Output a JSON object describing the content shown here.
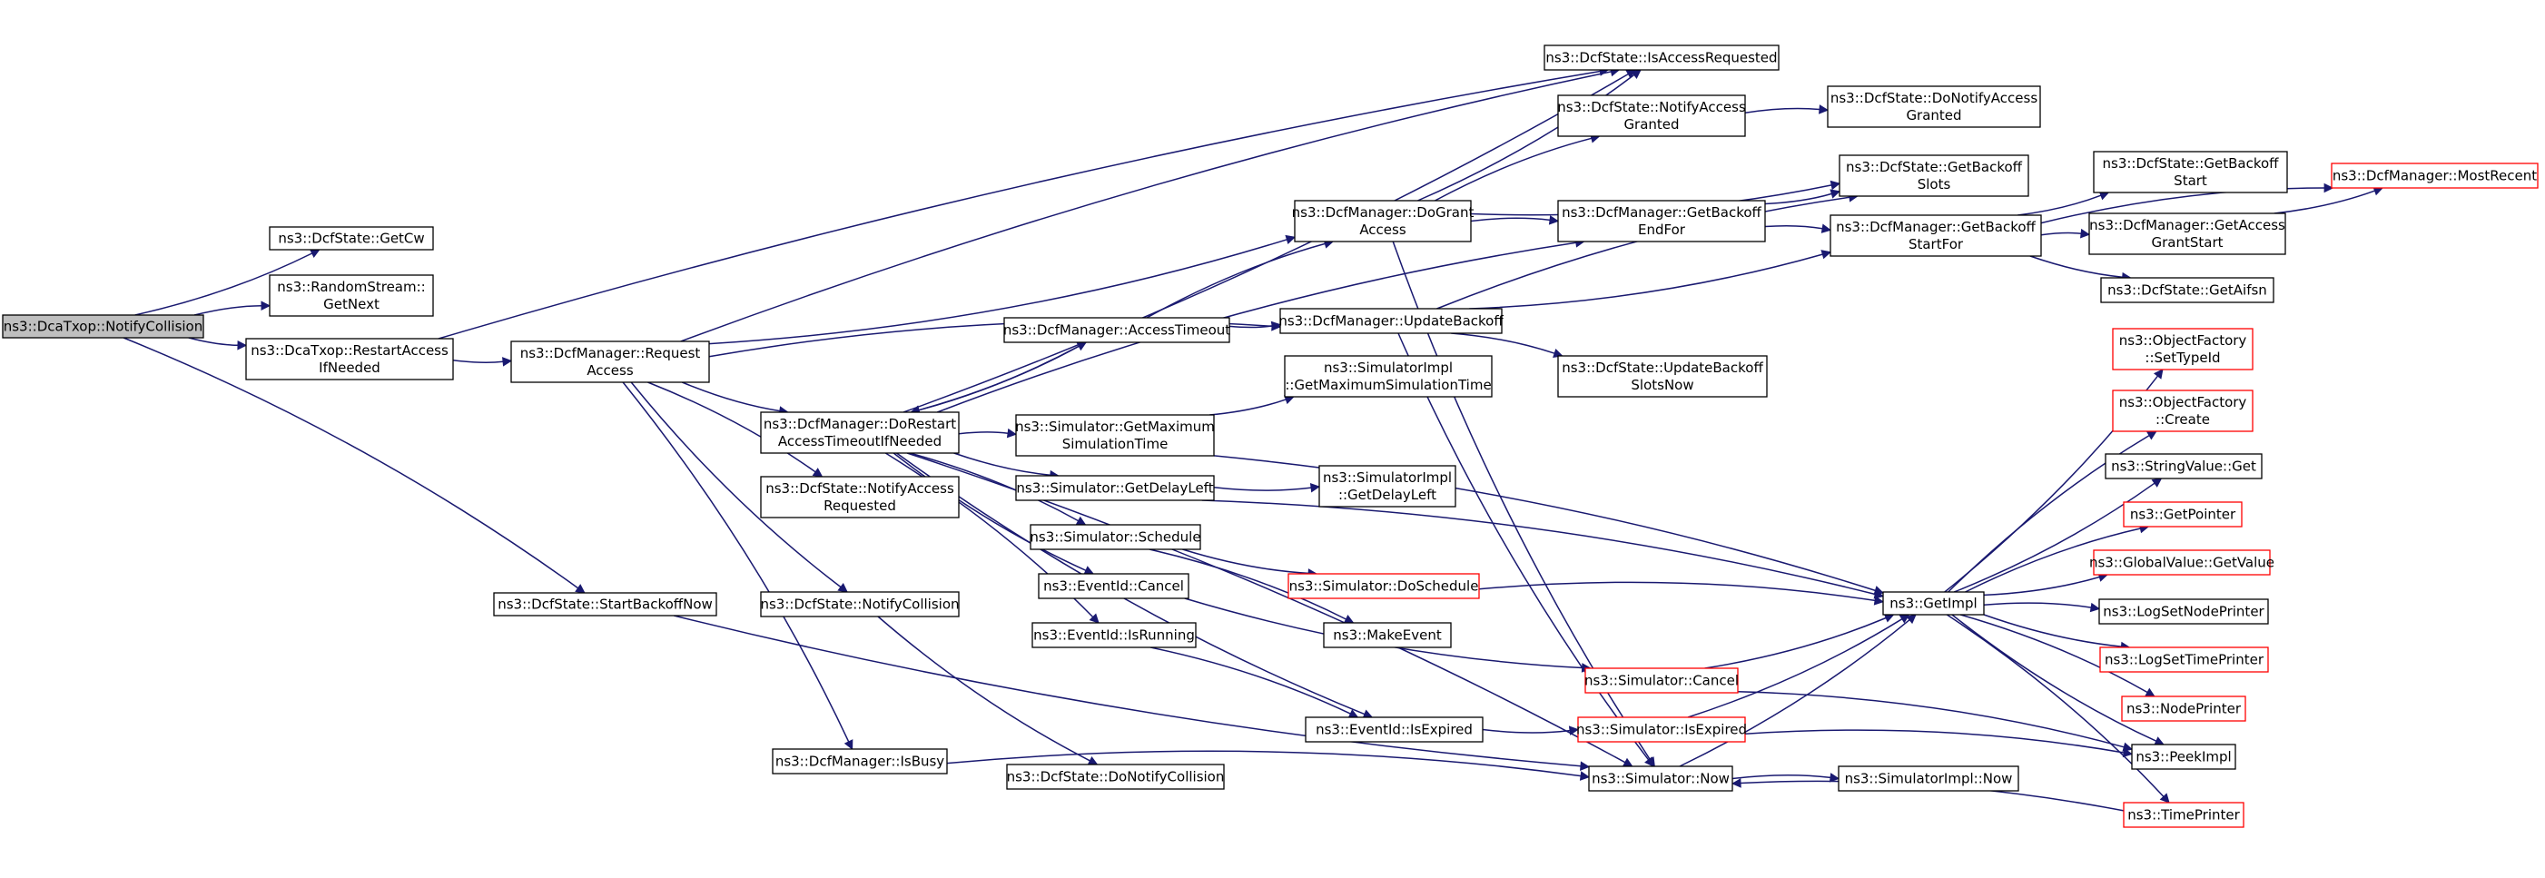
{
  "graph": {
    "nodes": [
      {
        "id": "n0",
        "name": "node-dcatxop-notifycollision",
        "lines": [
          "ns3::DcaTxop::NotifyCollision"
        ],
        "root": true,
        "trunc": false
      },
      {
        "id": "n1",
        "name": "node-dcfstate-getcw",
        "lines": [
          "ns3::DcfState::GetCw"
        ],
        "trunc": false
      },
      {
        "id": "n2",
        "name": "node-randomstream-getnext",
        "lines": [
          "ns3::RandomStream::",
          "GetNext"
        ],
        "trunc": false
      },
      {
        "id": "n3",
        "name": "node-dcatxop-restartaccessifneeded",
        "lines": [
          "ns3::DcaTxop::RestartAccess",
          "IfNeeded"
        ],
        "trunc": false
      },
      {
        "id": "n4",
        "name": "node-dcfstate-startbackoffnow",
        "lines": [
          "ns3::DcfState::StartBackoffNow"
        ],
        "trunc": false
      },
      {
        "id": "n5",
        "name": "node-dcfmanager-requestaccess",
        "lines": [
          "ns3::DcfManager::Request",
          "Access"
        ],
        "trunc": false
      },
      {
        "id": "n6",
        "name": "node-simulator-now",
        "lines": [
          "ns3::Simulator::Now"
        ],
        "trunc": false
      },
      {
        "id": "n7",
        "name": "node-dcfstate-isaccessrequested",
        "lines": [
          "ns3::DcfState::IsAccessRequested"
        ],
        "trunc": false
      },
      {
        "id": "n8",
        "name": "node-dcfmanager-dograntaccess",
        "lines": [
          "ns3::DcfManager::DoGrant",
          "Access"
        ],
        "trunc": false
      },
      {
        "id": "n9",
        "name": "node-dcfmanager-updatebackoff",
        "lines": [
          "ns3::DcfManager::UpdateBackoff"
        ],
        "trunc": false
      },
      {
        "id": "n10",
        "name": "node-dcfmanager-dorestartaccesstimeoutifneeded",
        "lines": [
          "ns3::DcfManager::DoRestart",
          "AccessTimeoutIfNeeded"
        ],
        "trunc": false
      },
      {
        "id": "n11",
        "name": "node-dcfstate-notifyaccessrequested",
        "lines": [
          "ns3::DcfState::NotifyAccess",
          "Requested"
        ],
        "trunc": false
      },
      {
        "id": "n12",
        "name": "node-dcfstate-notifycollision",
        "lines": [
          "ns3::DcfState::NotifyCollision"
        ],
        "trunc": false
      },
      {
        "id": "n13",
        "name": "node-dcfmanager-isbusy",
        "lines": [
          "ns3::DcfManager::IsBusy"
        ],
        "trunc": false
      },
      {
        "id": "n14",
        "name": "node-dcfstate-notifyaccessgranted",
        "lines": [
          "ns3::DcfState::NotifyAccess",
          "Granted"
        ],
        "trunc": false
      },
      {
        "id": "n15",
        "name": "node-dcfstate-getbackoffslots",
        "lines": [
          "ns3::DcfState::GetBackoff",
          "Slots"
        ],
        "trunc": false
      },
      {
        "id": "n16",
        "name": "node-dcfmanager-getbackoffendfor",
        "lines": [
          "ns3::DcfManager::GetBackoff",
          "EndFor"
        ],
        "trunc": false
      },
      {
        "id": "n17",
        "name": "node-dcfstate-donotifyaccessgranted",
        "lines": [
          "ns3::DcfState::DoNotifyAccess",
          "Granted"
        ],
        "trunc": false
      },
      {
        "id": "n18",
        "name": "node-dcfmanager-getbackoffstartfor",
        "lines": [
          "ns3::DcfManager::GetBackoff",
          "StartFor"
        ],
        "trunc": false
      },
      {
        "id": "n19",
        "name": "node-dcfstate-getbackoffstart",
        "lines": [
          "ns3::DcfState::GetBackoff",
          "Start"
        ],
        "trunc": false
      },
      {
        "id": "n20",
        "name": "node-dcfmanager-getaccessgrantstart",
        "lines": [
          "ns3::DcfManager::GetAccess",
          "GrantStart"
        ],
        "trunc": false
      },
      {
        "id": "n21",
        "name": "node-dcfstate-getaifsn",
        "lines": [
          "ns3::DcfState::GetAifsn"
        ],
        "trunc": false
      },
      {
        "id": "n22",
        "name": "node-dcfmanager-mostrecent",
        "lines": [
          "ns3::DcfManager::MostRecent"
        ],
        "trunc": true
      },
      {
        "id": "n23",
        "name": "node-dcfstate-updatebackoffslotsnow",
        "lines": [
          "ns3::DcfState::UpdateBackoff",
          "SlotsNow"
        ],
        "trunc": false
      },
      {
        "id": "n24",
        "name": "node-dcfmanager-accesstimeout",
        "lines": [
          "ns3::DcfManager::AccessTimeout"
        ],
        "trunc": false
      },
      {
        "id": "n25",
        "name": "node-simulator-getmaximumsimulationtime",
        "lines": [
          "ns3::Simulator::GetMaximum",
          "SimulationTime"
        ],
        "trunc": false
      },
      {
        "id": "n26",
        "name": "node-simulator-getdelayleft",
        "lines": [
          "ns3::Simulator::GetDelayLeft"
        ],
        "trunc": false
      },
      {
        "id": "n27",
        "name": "node-simulator-schedule",
        "lines": [
          "ns3::Simulator::Schedule"
        ],
        "trunc": false
      },
      {
        "id": "n28",
        "name": "node-eventid-cancel",
        "lines": [
          "ns3::EventId::Cancel"
        ],
        "trunc": false
      },
      {
        "id": "n29",
        "name": "node-eventid-isrunning",
        "lines": [
          "ns3::EventId::IsRunning"
        ],
        "trunc": false
      },
      {
        "id": "n30",
        "name": "node-eventid-isexpired",
        "lines": [
          "ns3::EventId::IsExpired"
        ],
        "trunc": false
      },
      {
        "id": "n31",
        "name": "node-simulatorimpl-getmaximumsimulationtime",
        "lines": [
          "ns3::SimulatorImpl",
          "::GetMaximumSimulationTime"
        ],
        "trunc": false
      },
      {
        "id": "n32",
        "name": "node-getimpl",
        "lines": [
          "ns3::GetImpl"
        ],
        "trunc": false
      },
      {
        "id": "n33",
        "name": "node-simulatorimpl-getdelayleft",
        "lines": [
          "ns3::SimulatorImpl",
          "::GetDelayLeft"
        ],
        "trunc": false
      },
      {
        "id": "n34",
        "name": "node-simulator-doschedule",
        "lines": [
          "ns3::Simulator::DoSchedule"
        ],
        "trunc": true
      },
      {
        "id": "n35",
        "name": "node-makeevent",
        "lines": [
          "ns3::MakeEvent"
        ],
        "trunc": false
      },
      {
        "id": "n36",
        "name": "node-simulator-cancel",
        "lines": [
          "ns3::Simulator::Cancel"
        ],
        "trunc": true
      },
      {
        "id": "n37",
        "name": "node-simulator-isexpired",
        "lines": [
          "ns3::Simulator::IsExpired"
        ],
        "trunc": true
      },
      {
        "id": "n38",
        "name": "node-dcfstate-donotifycollision",
        "lines": [
          "ns3::DcfState::DoNotifyCollision"
        ],
        "trunc": false
      },
      {
        "id": "n39",
        "name": "node-simulatorimpl-now",
        "lines": [
          "ns3::SimulatorImpl::Now"
        ],
        "trunc": false
      },
      {
        "id": "n40",
        "name": "node-objectfactory-settypeid",
        "lines": [
          "ns3::ObjectFactory",
          "::SetTypeId"
        ],
        "trunc": true
      },
      {
        "id": "n41",
        "name": "node-objectfactory-create",
        "lines": [
          "ns3::ObjectFactory",
          "::Create"
        ],
        "trunc": true
      },
      {
        "id": "n42",
        "name": "node-stringvalue-get",
        "lines": [
          "ns3::StringValue::Get"
        ],
        "trunc": false
      },
      {
        "id": "n43",
        "name": "node-getpointer",
        "lines": [
          "ns3::GetPointer"
        ],
        "trunc": true
      },
      {
        "id": "n44",
        "name": "node-globalvalue-getvalue",
        "lines": [
          "ns3::GlobalValue::GetValue"
        ],
        "trunc": true
      },
      {
        "id": "n45",
        "name": "node-logsetnodeprinter",
        "lines": [
          "ns3::LogSetNodePrinter"
        ],
        "trunc": false
      },
      {
        "id": "n46",
        "name": "node-logsettimeprinter",
        "lines": [
          "ns3::LogSetTimePrinter"
        ],
        "trunc": true
      },
      {
        "id": "n47",
        "name": "node-nodeprinter",
        "lines": [
          "ns3::NodePrinter"
        ],
        "trunc": true
      },
      {
        "id": "n48",
        "name": "node-peekimpl",
        "lines": [
          "ns3::PeekImpl"
        ],
        "trunc": false
      },
      {
        "id": "n49",
        "name": "node-timeprinter",
        "lines": [
          "ns3::TimePrinter"
        ],
        "trunc": true
      }
    ],
    "edges": [
      [
        "n0",
        "n1"
      ],
      [
        "n0",
        "n2"
      ],
      [
        "n0",
        "n3"
      ],
      [
        "n0",
        "n4"
      ],
      [
        "n3",
        "n5"
      ],
      [
        "n3",
        "n7"
      ],
      [
        "n4",
        "n6"
      ],
      [
        "n5",
        "n7"
      ],
      [
        "n5",
        "n8"
      ],
      [
        "n5",
        "n9"
      ],
      [
        "n5",
        "n10"
      ],
      [
        "n5",
        "n11"
      ],
      [
        "n5",
        "n12"
      ],
      [
        "n5",
        "n13"
      ],
      [
        "n8",
        "n7"
      ],
      [
        "n8",
        "n14"
      ],
      [
        "n8",
        "n15"
      ],
      [
        "n8",
        "n16"
      ],
      [
        "n8",
        "n6"
      ],
      [
        "n14",
        "n17"
      ],
      [
        "n16",
        "n15"
      ],
      [
        "n16",
        "n18"
      ],
      [
        "n18",
        "n19"
      ],
      [
        "n18",
        "n20"
      ],
      [
        "n18",
        "n21"
      ],
      [
        "n18",
        "n22"
      ],
      [
        "n20",
        "n22"
      ],
      [
        "n9",
        "n15"
      ],
      [
        "n9",
        "n18"
      ],
      [
        "n9",
        "n23"
      ],
      [
        "n9",
        "n6"
      ],
      [
        "n24",
        "n8"
      ],
      [
        "n24",
        "n9"
      ],
      [
        "n24",
        "n10"
      ],
      [
        "n10",
        "n7"
      ],
      [
        "n10",
        "n16"
      ],
      [
        "n10",
        "n24"
      ],
      [
        "n10",
        "n25"
      ],
      [
        "n10",
        "n26"
      ],
      [
        "n10",
        "n27"
      ],
      [
        "n10",
        "n28"
      ],
      [
        "n10",
        "n29"
      ],
      [
        "n10",
        "n30"
      ],
      [
        "n10",
        "n6"
      ],
      [
        "n25",
        "n31"
      ],
      [
        "n25",
        "n32"
      ],
      [
        "n26",
        "n33"
      ],
      [
        "n26",
        "n32"
      ],
      [
        "n27",
        "n34"
      ],
      [
        "n27",
        "n35"
      ],
      [
        "n28",
        "n36"
      ],
      [
        "n29",
        "n30"
      ],
      [
        "n30",
        "n37"
      ],
      [
        "n34",
        "n32"
      ],
      [
        "n36",
        "n32"
      ],
      [
        "n36",
        "n48"
      ],
      [
        "n37",
        "n32"
      ],
      [
        "n37",
        "n48"
      ],
      [
        "n12",
        "n38"
      ],
      [
        "n13",
        "n6"
      ],
      [
        "n6",
        "n32"
      ],
      [
        "n6",
        "n39"
      ],
      [
        "n32",
        "n40"
      ],
      [
        "n32",
        "n41"
      ],
      [
        "n32",
        "n42"
      ],
      [
        "n32",
        "n43"
      ],
      [
        "n32",
        "n44"
      ],
      [
        "n32",
        "n45"
      ],
      [
        "n32",
        "n46"
      ],
      [
        "n32",
        "n47"
      ],
      [
        "n32",
        "n48"
      ],
      [
        "n32",
        "n49"
      ],
      [
        "n49",
        "n6"
      ]
    ]
  }
}
